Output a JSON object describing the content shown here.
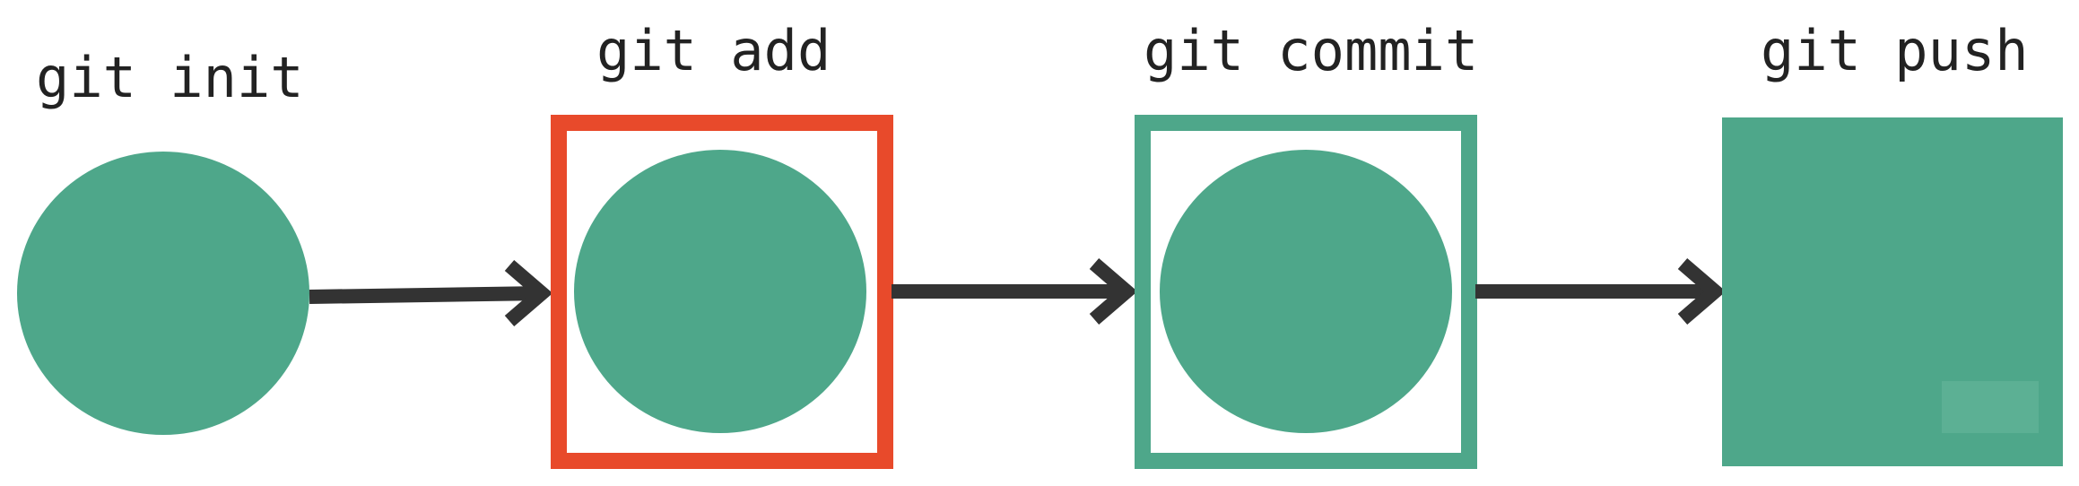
{
  "colors": {
    "node_fill": "#4ea78a",
    "staged_border": "#e84a2b",
    "committed_border": "#4ea78a",
    "arrow": "#333333",
    "label_text": "#222222"
  },
  "steps": [
    {
      "label": "git init"
    },
    {
      "label": "git add"
    },
    {
      "label": "git commit"
    },
    {
      "label": "git push"
    }
  ]
}
